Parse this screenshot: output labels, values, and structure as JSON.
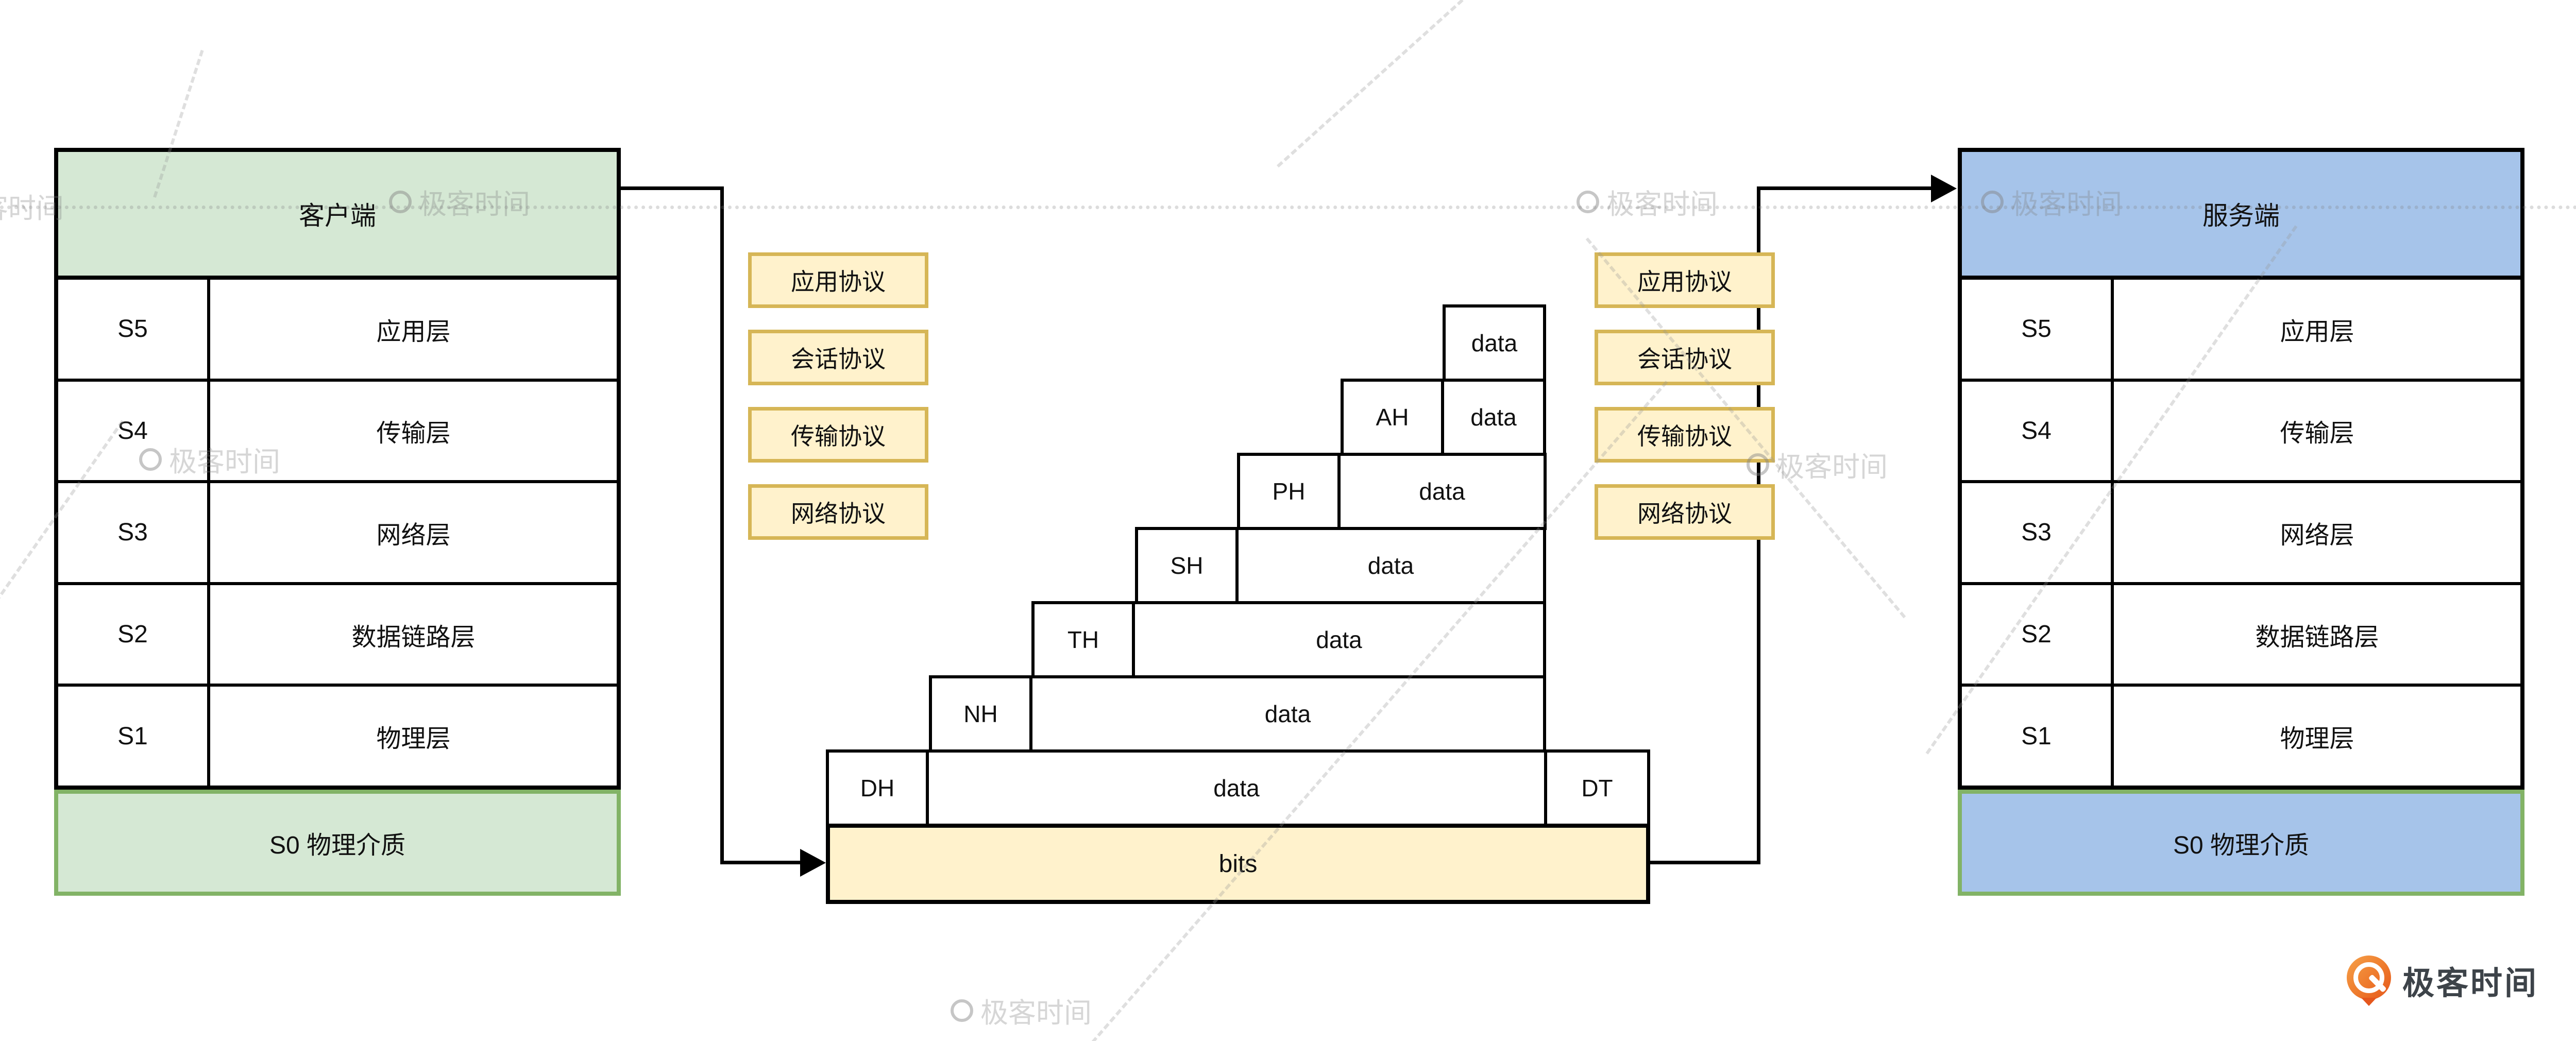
{
  "client": {
    "title": "客户端",
    "layers": [
      {
        "code": "S5",
        "name": "应用层"
      },
      {
        "code": "S4",
        "name": "传输层"
      },
      {
        "code": "S3",
        "name": "网络层"
      },
      {
        "code": "S2",
        "name": "数据链路层"
      },
      {
        "code": "S1",
        "name": "物理层"
      }
    ],
    "medium": "S0 物理介质"
  },
  "server": {
    "title": "服务端",
    "layers": [
      {
        "code": "S5",
        "name": "应用层"
      },
      {
        "code": "S4",
        "name": "传输层"
      },
      {
        "code": "S3",
        "name": "网络层"
      },
      {
        "code": "S2",
        "name": "数据链路层"
      },
      {
        "code": "S1",
        "name": "物理层"
      }
    ],
    "medium": "S0 物理介质"
  },
  "protocols": {
    "items": [
      "应用协议",
      "会话协议",
      "传输协议",
      "网络协议"
    ]
  },
  "stack": {
    "rows": [
      {
        "cells": [
          {
            "t": "data"
          }
        ]
      },
      {
        "cells": [
          {
            "t": "AH"
          },
          {
            "t": "data"
          }
        ]
      },
      {
        "cells": [
          {
            "t": "PH"
          },
          {
            "t": "data"
          }
        ]
      },
      {
        "cells": [
          {
            "t": "SH"
          },
          {
            "t": "data"
          }
        ]
      },
      {
        "cells": [
          {
            "t": "TH"
          },
          {
            "t": "data"
          }
        ]
      },
      {
        "cells": [
          {
            "t": "NH"
          },
          {
            "t": "data"
          }
        ]
      },
      {
        "cells": [
          {
            "t": "DH"
          },
          {
            "t": "data"
          },
          {
            "t": "DT"
          }
        ]
      }
    ],
    "bits": "bits"
  },
  "watermark": {
    "text": "极客时间"
  },
  "logo": {
    "text": "极客时间"
  },
  "colors": {
    "client_fill": "#d5e8d4",
    "server_fill": "#a6c4ea",
    "medium_border": "#82b366",
    "protocol_fill": "#fff2cc",
    "protocol_border": "#d6b656",
    "line": "#000000",
    "watermark_gray": "#9a9a9a",
    "logo_orange": "#e5571d"
  }
}
